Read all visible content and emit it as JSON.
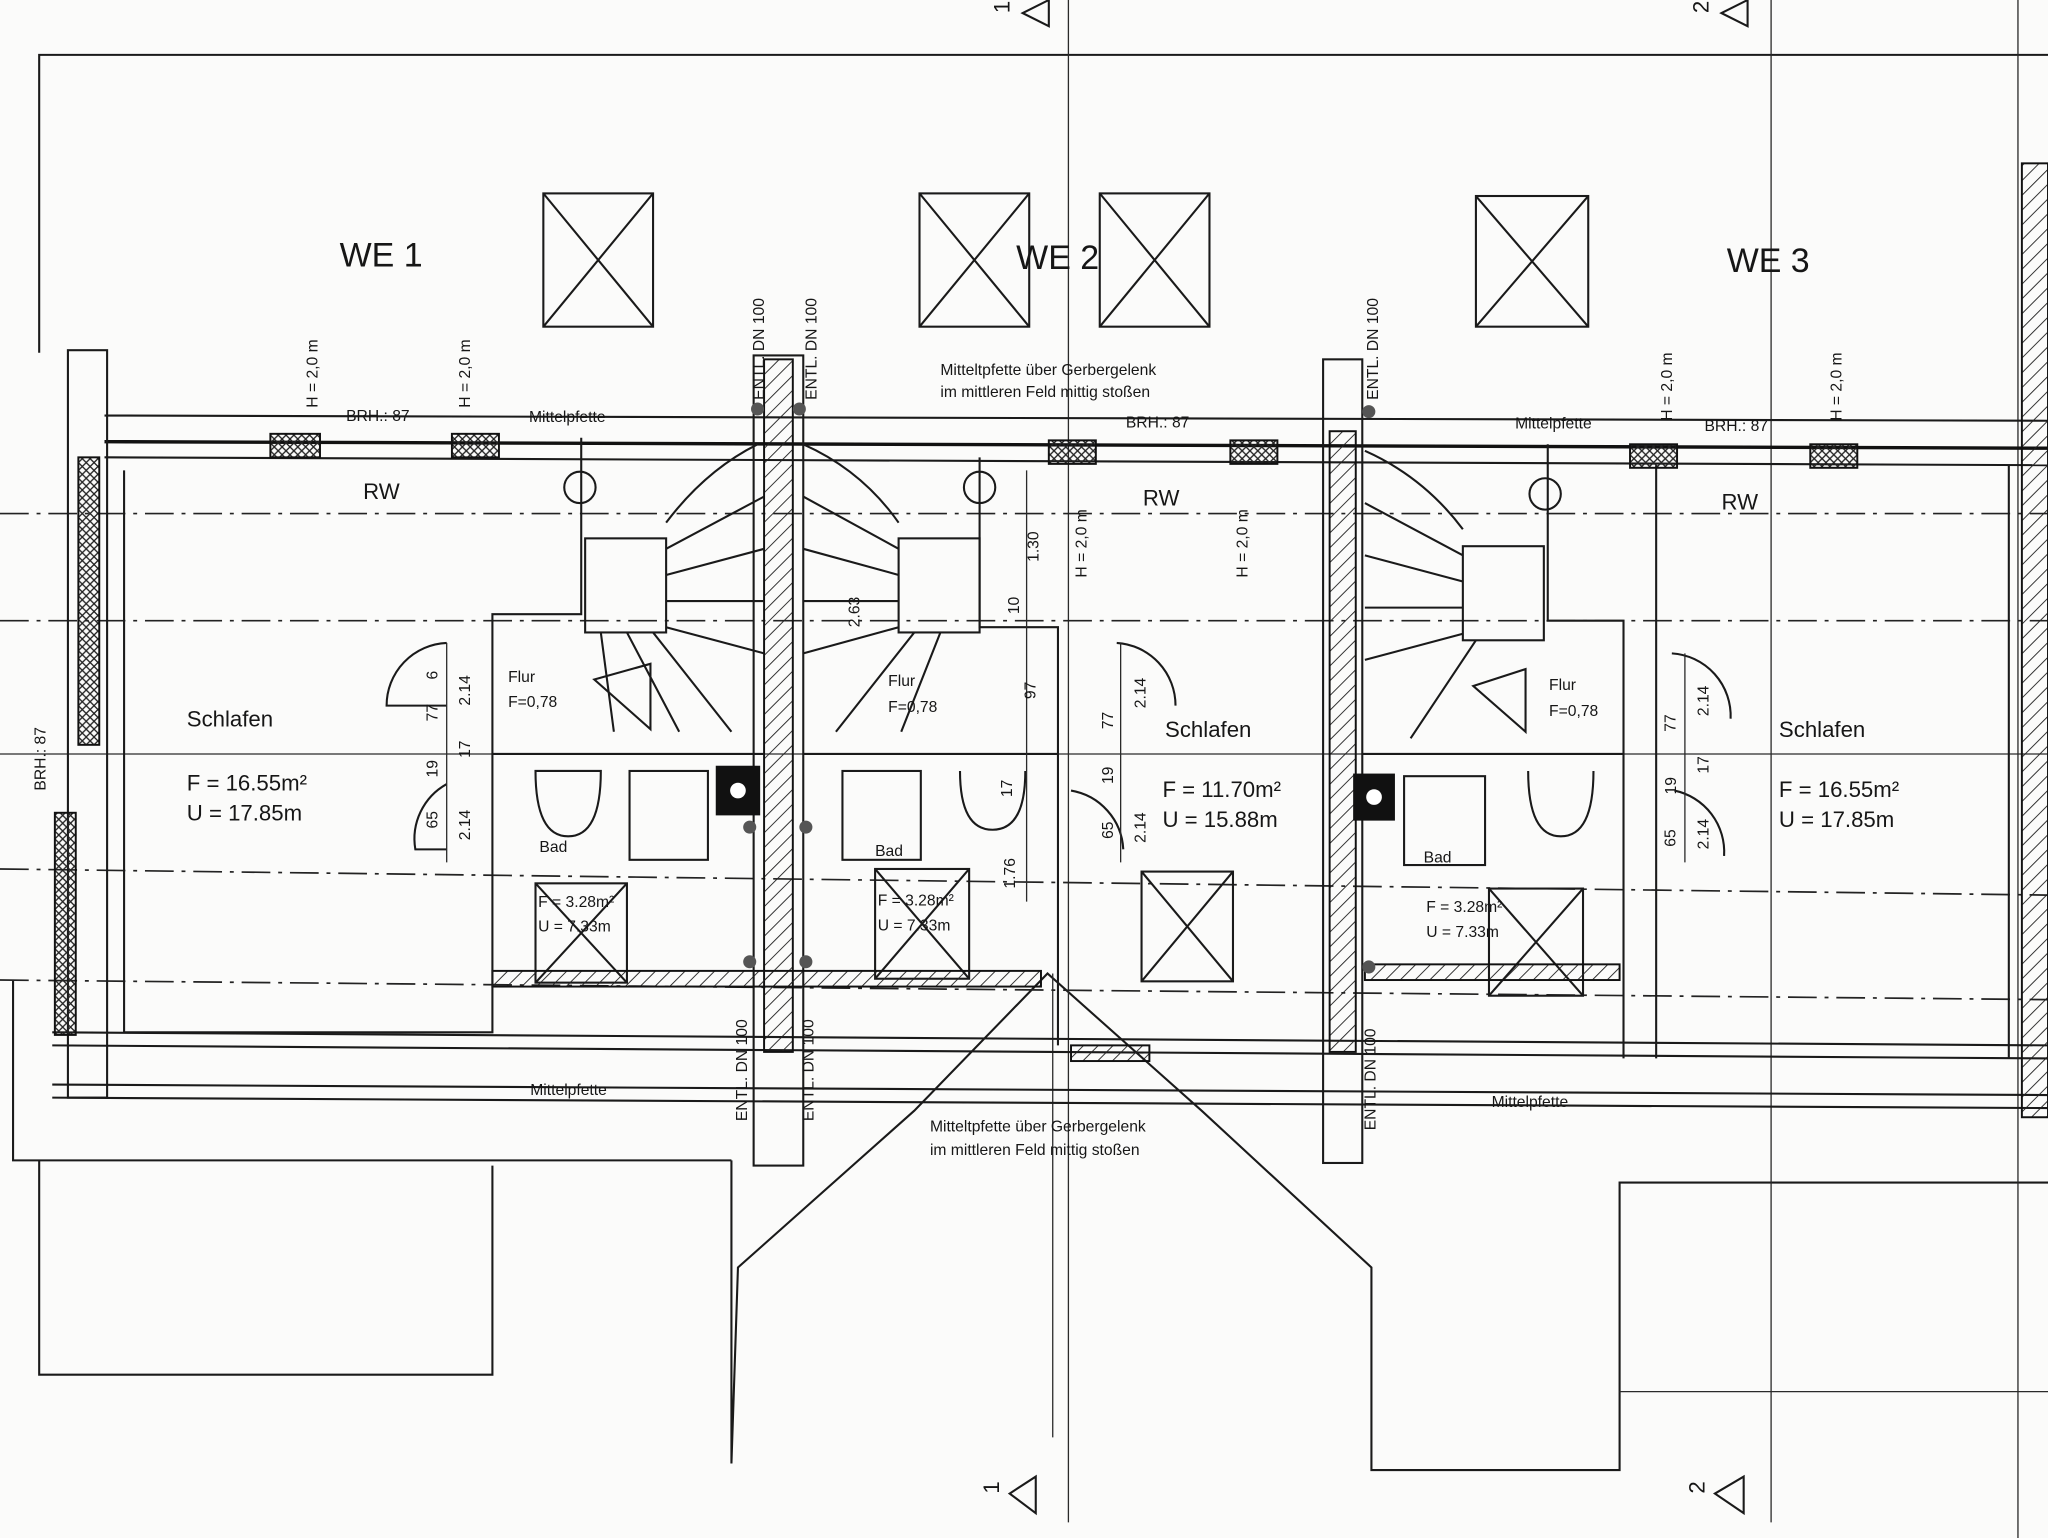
{
  "units": {
    "we1": {
      "title": "WE 1",
      "rw": "RW",
      "room": "Schlafen",
      "area": "F = 16.55m²",
      "perimeter": "U = 17.85m",
      "flur": "Flur",
      "flur_area": "F=0,78",
      "bad": "Bad",
      "bad_area": "F = 3.28m²",
      "bad_perimeter": "U = 7.33m"
    },
    "we2": {
      "title": "WE 2",
      "rw": "RW",
      "room": "Schlafen",
      "area": "F = 11.70m²",
      "perimeter": "U = 15.88m",
      "flur": "Flur",
      "flur_area": "F=0,78",
      "bad": "Bad",
      "bad_area": "F = 3.28m²",
      "bad_perimeter": "U = 7.33m"
    },
    "we3": {
      "title": "WE 3",
      "rw": "RW",
      "room": "Schlafen",
      "area": "F = 16.55m²",
      "perimeter": "U = 17.85m",
      "flur": "Flur",
      "flur_area": "F=0,78",
      "bad": "Bad",
      "bad_area": "F = 3.28m²",
      "bad_perimeter": "U = 7.33m"
    }
  },
  "annotations": {
    "mittelpfette": "Mittelpfette",
    "gerber_line1": "Mitteltpfette über Gerbergelenk",
    "gerber_line2": "im mittleren Feld mittig stoßen",
    "brh": "BRH.: 87",
    "window_height": "H = 2,0 m",
    "entl": "ENTL. DN 100"
  },
  "section_markers": {
    "one": "1",
    "two": "2"
  },
  "dimensions": {
    "d214": "2.14",
    "d77": "77",
    "d6": "6",
    "d19": "19",
    "d65": "65",
    "d17": "17",
    "d130": "1.30",
    "d10": "10",
    "d97": "97",
    "d263": "2.63",
    "d176": "1.76"
  }
}
